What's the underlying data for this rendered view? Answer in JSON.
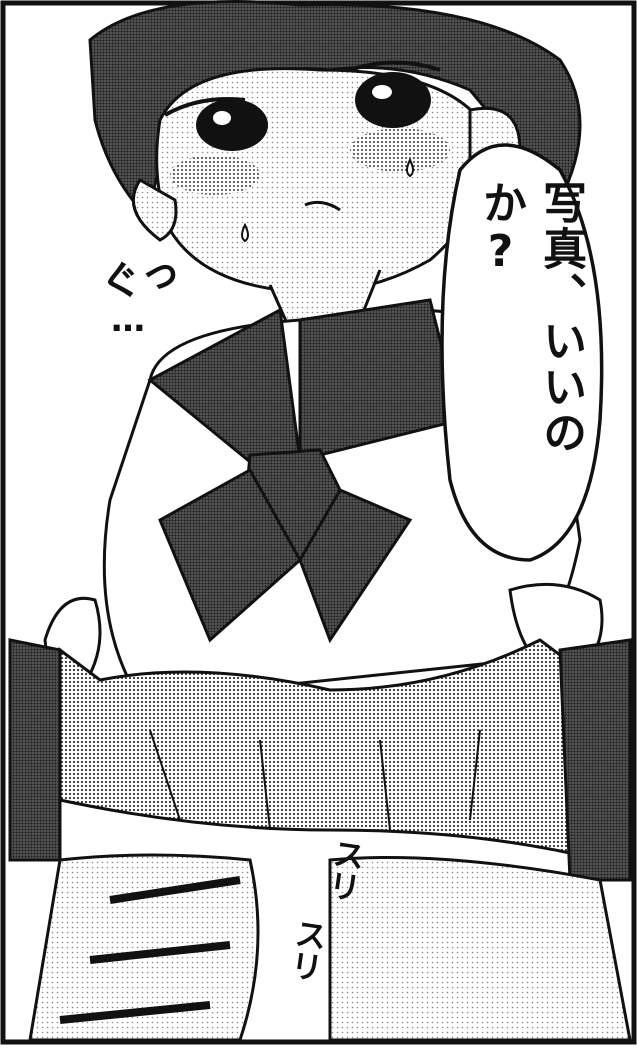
{
  "speech_balloon": {
    "text": "写真、いいのか?"
  },
  "sound_effects": {
    "gu": "ぐっ",
    "dots": "…",
    "suri_1": "スリ",
    "suri_2": "スリ"
  }
}
